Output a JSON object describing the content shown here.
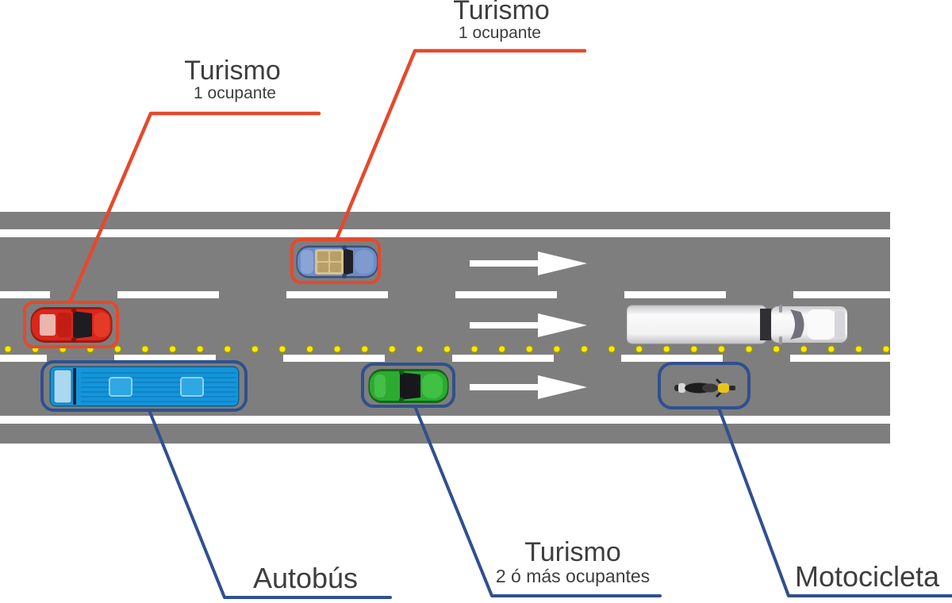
{
  "labels": {
    "car_top": {
      "title": "Turismo",
      "subtitle": "1 ocupante"
    },
    "car_left": {
      "title": "Turismo",
      "subtitle": "1 ocupante"
    },
    "bus": {
      "title": "Autobús"
    },
    "car_hov": {
      "title": "Turismo",
      "subtitle": "2 ó más ocupantes"
    },
    "motorcycle": {
      "title": "Motocicleta"
    }
  },
  "road": {
    "lanes": 3,
    "direction_arrows": 3,
    "surface_color": "#7e7e7e",
    "marking_color": "#ffffff",
    "hov_dot_color": "#ffe70a"
  },
  "colors": {
    "callout_red": "#e5492c",
    "callout_blue": "#30508e",
    "text": "#3e3e3e"
  },
  "vehicles": [
    {
      "type": "car-convertible-blue",
      "callout": "car_top"
    },
    {
      "type": "car-red",
      "callout": "car_left"
    },
    {
      "type": "truck-white",
      "callout": null
    },
    {
      "type": "bus-blue",
      "callout": "bus"
    },
    {
      "type": "car-green",
      "callout": "car_hov"
    },
    {
      "type": "motorcycle",
      "callout": "motorcycle"
    }
  ]
}
